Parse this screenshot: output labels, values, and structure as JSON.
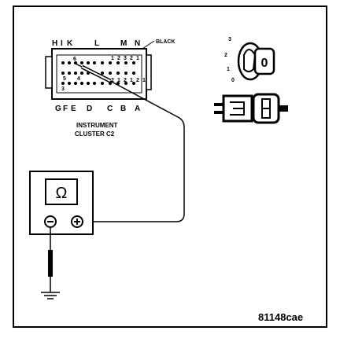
{
  "connector": {
    "top_letters": [
      "H",
      "I",
      "K",
      "L",
      "M",
      "N"
    ],
    "bottom_letters": [
      "G",
      "F",
      "E",
      "D",
      "C",
      "B",
      "A"
    ],
    "wire_color": "BLACK",
    "caption_line1": "INSTRUMENT",
    "caption_line2": "CLUSTER C2",
    "top_row_pins": [
      "6",
      "1",
      "2",
      "3",
      "2",
      "1"
    ],
    "mid_row_pins": [
      "5",
      "4"
    ],
    "bottom_row_pins": [
      "3",
      "2",
      "1",
      "2",
      "1",
      "2",
      "1"
    ]
  },
  "ignition": {
    "positions": [
      "3",
      "2",
      "1",
      "0"
    ],
    "key_symbol": "0"
  },
  "meter": {
    "symbol": "Ω",
    "neg_terminal": "−",
    "pos_terminal": "+"
  },
  "figure_id": "81148cae",
  "colors": {
    "ink": "#000000",
    "background": "#ffffff"
  }
}
